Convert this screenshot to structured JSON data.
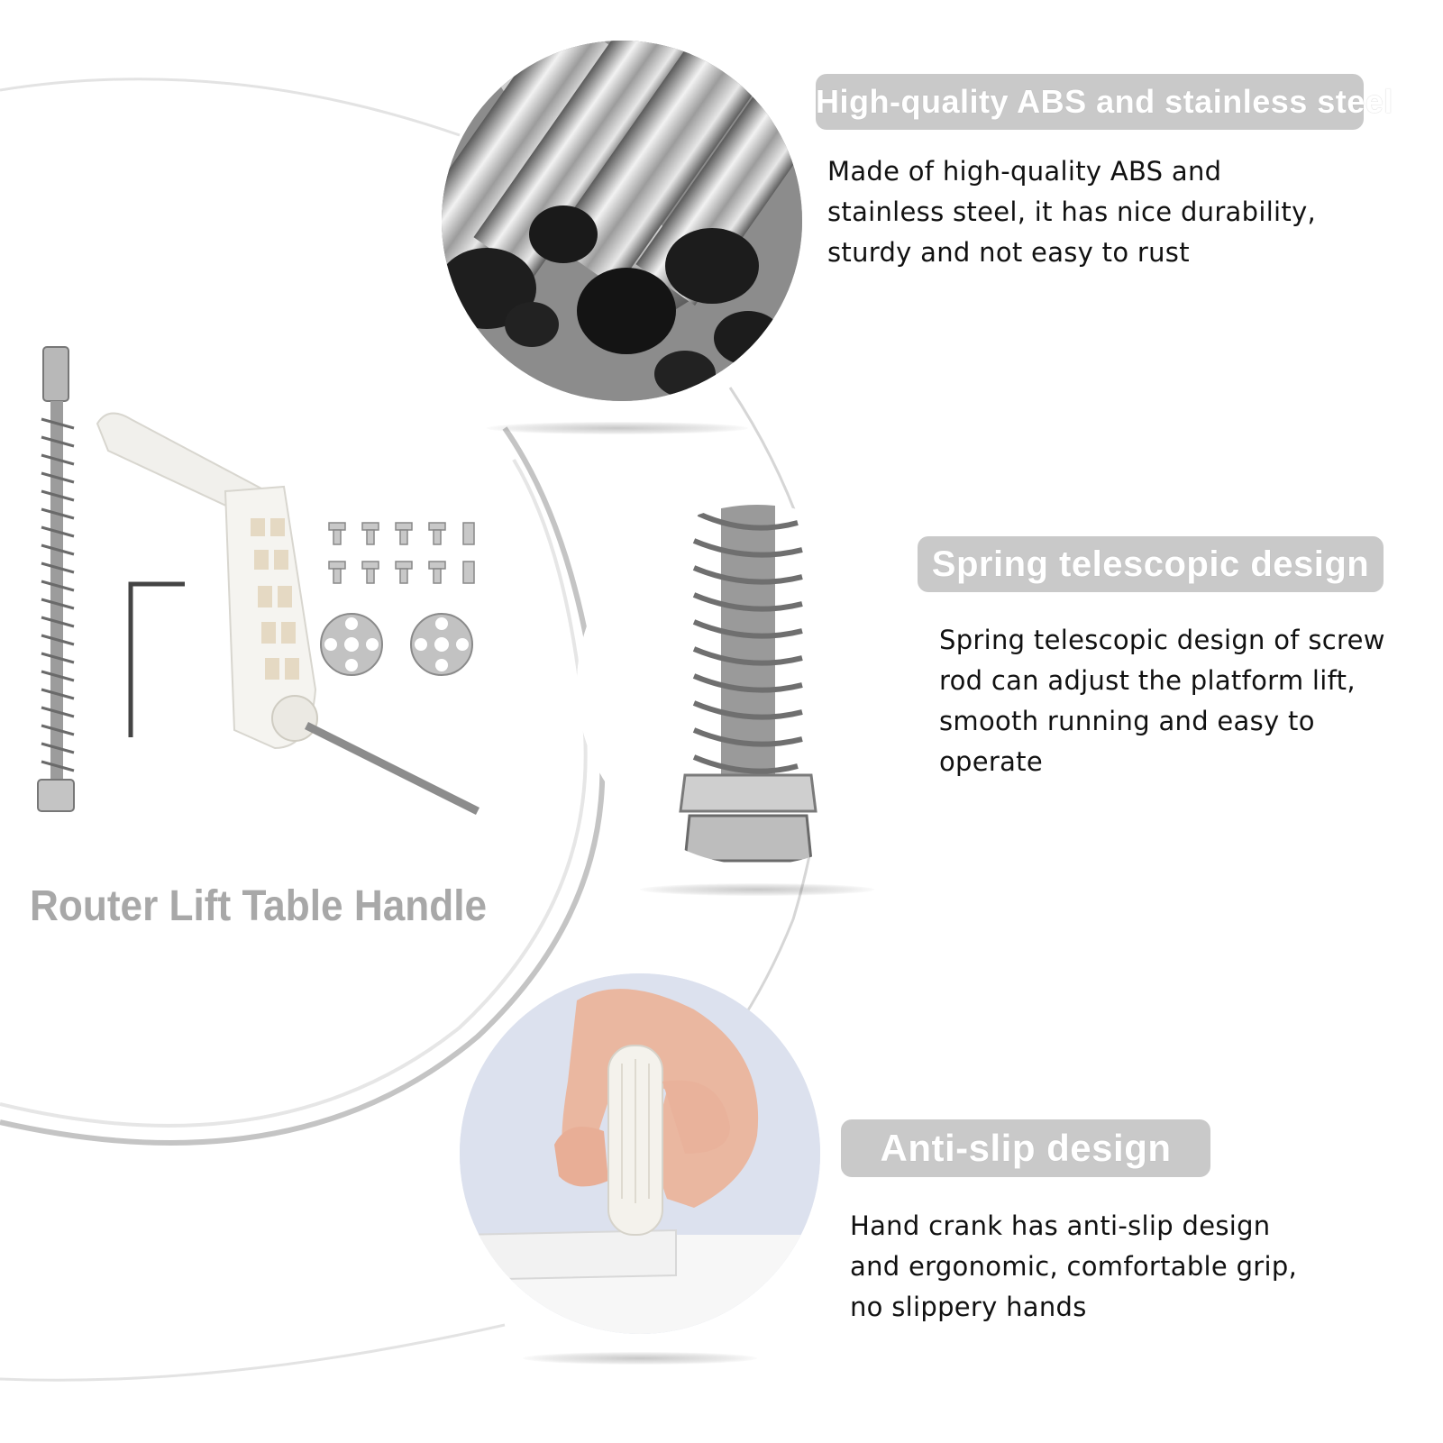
{
  "product": {
    "title": "Router Lift Table Handle"
  },
  "features": [
    {
      "title": "High-quality ABS and stainless steel",
      "lines": [
        "Made of high-quality ABS and",
        "stainless steel, it has nice durability,",
        "sturdy and not easy to rust"
      ]
    },
    {
      "title": "Spring telescopic design",
      "lines": [
        "Spring telescopic design of screw",
        "rod can adjust the platform lift,",
        "smooth running and easy to",
        "operate"
      ]
    },
    {
      "title": "Anti-slip design",
      "lines": [
        "Hand crank has anti-slip design",
        "and ergonomic, comfortable grip,",
        "no slippery hands"
      ]
    }
  ],
  "colors": {
    "pill_background": "#c9c9c9",
    "pill_text": "#ffffff",
    "title_grey": "#a8a8a8",
    "body_text": "#111111",
    "arc_grey": "#c4c4c4"
  },
  "icons": [
    "steel-tubes-image",
    "spring-rod-image",
    "hand-crank-image",
    "product-kit-image"
  ]
}
